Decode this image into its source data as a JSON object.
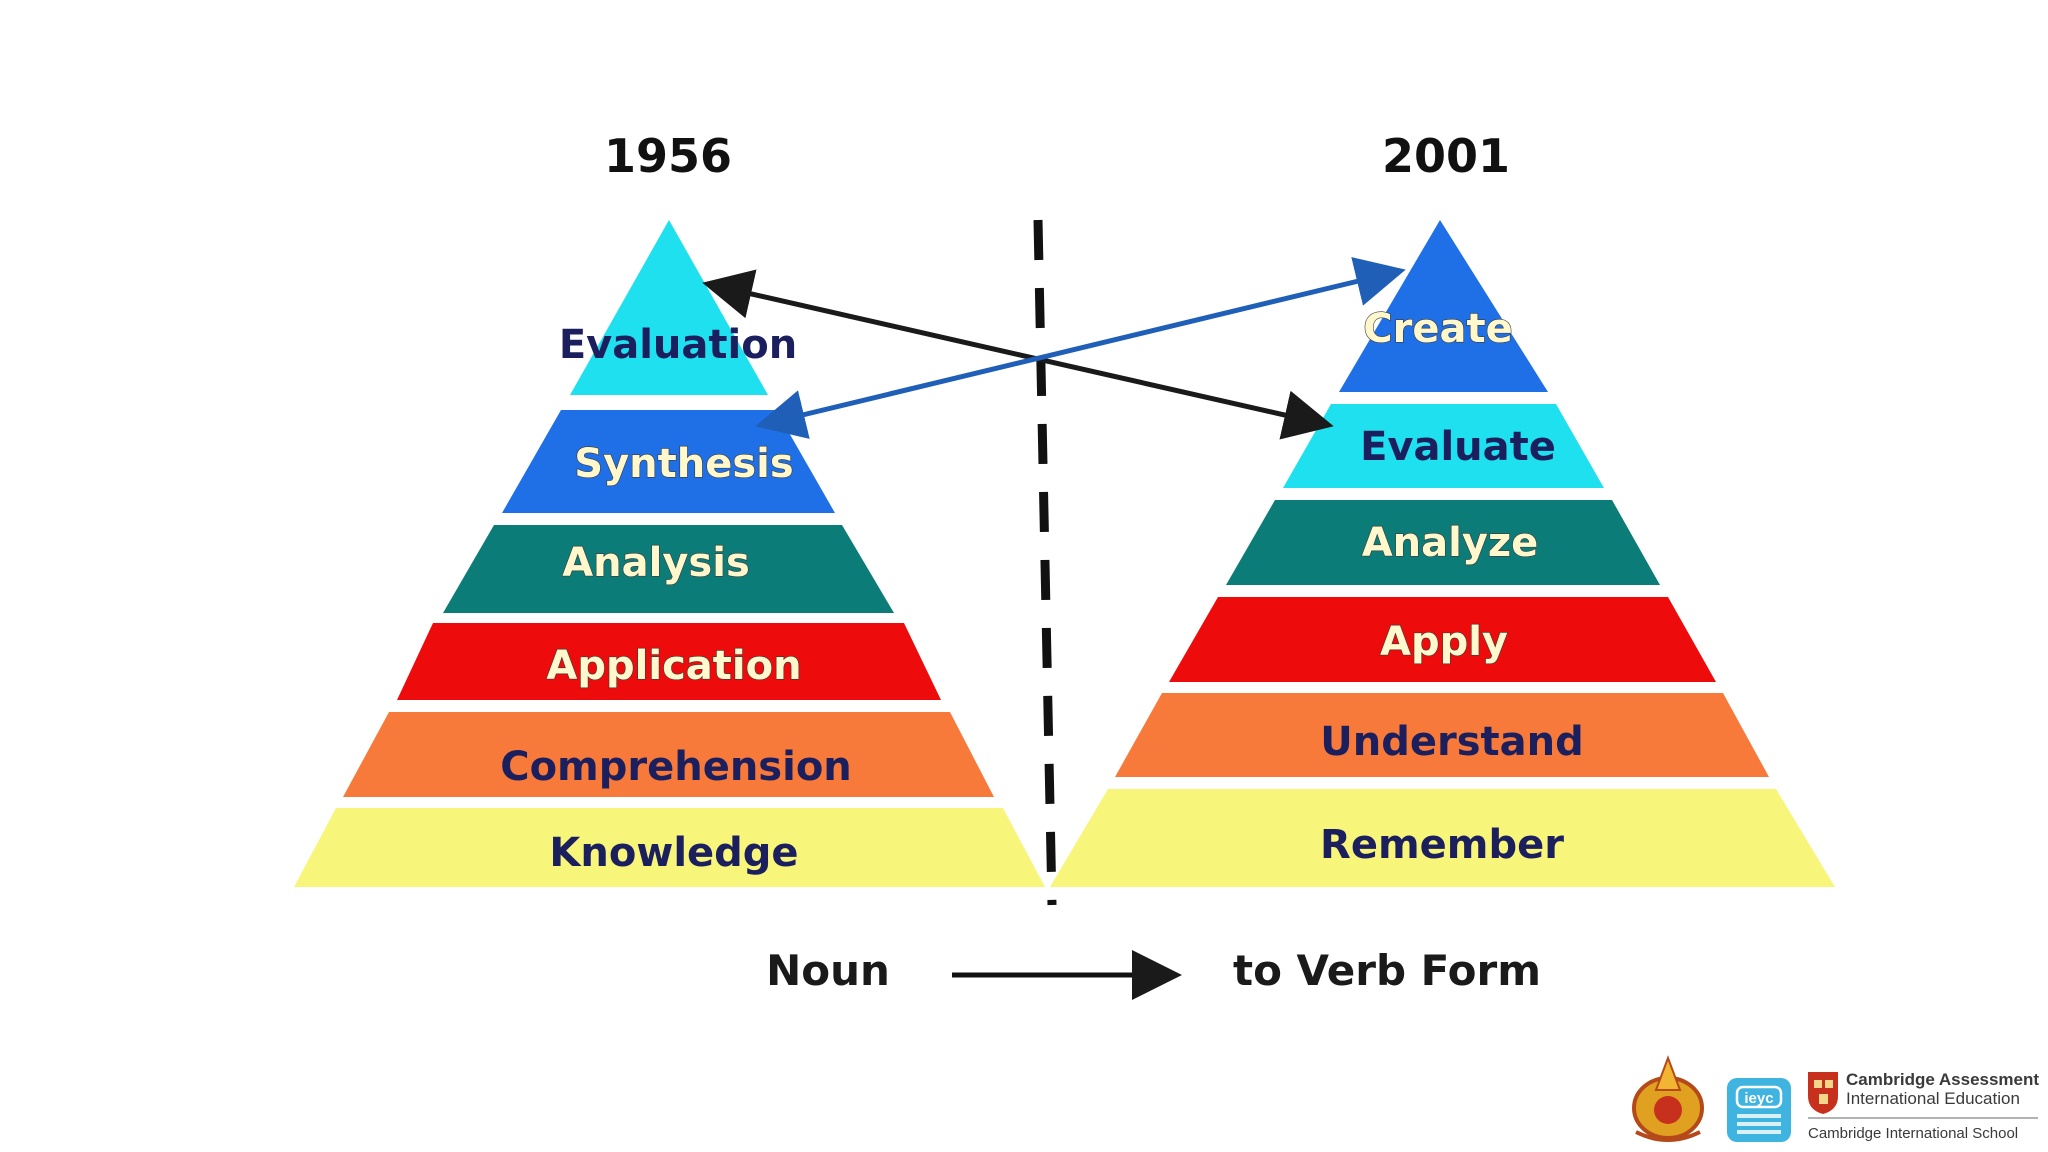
{
  "left_pyramid": {
    "year": "1956",
    "tiers": [
      {
        "label": "Evaluation",
        "color": "#1fe0ee",
        "text_style": "dark"
      },
      {
        "label": "Synthesis",
        "color": "#1f6fe6",
        "text_style": "light"
      },
      {
        "label": "Analysis",
        "color": "#0b7c77",
        "text_style": "light"
      },
      {
        "label": "Application",
        "color": "#ee0b0b",
        "text_style": "light"
      },
      {
        "label": "Comprehension",
        "color": "#f77a3a",
        "text_style": "dark"
      },
      {
        "label": "Knowledge",
        "color": "#f7f57a",
        "text_style": "dark"
      }
    ]
  },
  "right_pyramid": {
    "year": "2001",
    "tiers": [
      {
        "label": "Create",
        "color": "#1f6fe6",
        "text_style": "light"
      },
      {
        "label": "Evaluate",
        "color": "#1fe0ee",
        "text_style": "dark"
      },
      {
        "label": "Analyze",
        "color": "#0b7c77",
        "text_style": "light"
      },
      {
        "label": "Apply",
        "color": "#ee0b0b",
        "text_style": "light"
      },
      {
        "label": "Understand",
        "color": "#f77a3a",
        "text_style": "dark"
      },
      {
        "label": "Remember",
        "color": "#f7f57a",
        "text_style": "dark"
      }
    ]
  },
  "arrows": {
    "evaluation_to_evaluate_color": "#1a1a1a",
    "synthesis_to_create_color": "#1f5fb8"
  },
  "caption": {
    "from": "Noun",
    "to": "to Verb Form"
  },
  "logos": {
    "ieyc_badge": "ieyc",
    "cambridge_line1": "Cambridge Assessment",
    "cambridge_line2": "International Education",
    "cambridge_line3": "Cambridge International School"
  }
}
